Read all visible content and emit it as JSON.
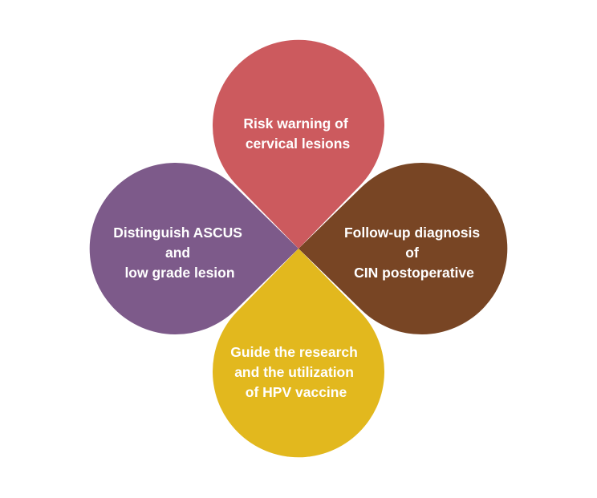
{
  "diagram": {
    "petals": [
      {
        "id": "top",
        "lines": [
          "Risk warning of",
          "cervical lesions"
        ],
        "color": "#CC5A5E"
      },
      {
        "id": "right",
        "lines": [
          "Follow-up diagnosis",
          "of",
          "CIN postoperative"
        ],
        "color": "#784524"
      },
      {
        "id": "bottom",
        "lines": [
          "Guide the research",
          "and the utilization",
          "of HPV vaccine"
        ],
        "color": "#E2B81E"
      },
      {
        "id": "left",
        "lines": [
          "Distinguish ASCUS",
          "and",
          "low grade lesion"
        ],
        "color": "#7D5A8A"
      }
    ]
  }
}
